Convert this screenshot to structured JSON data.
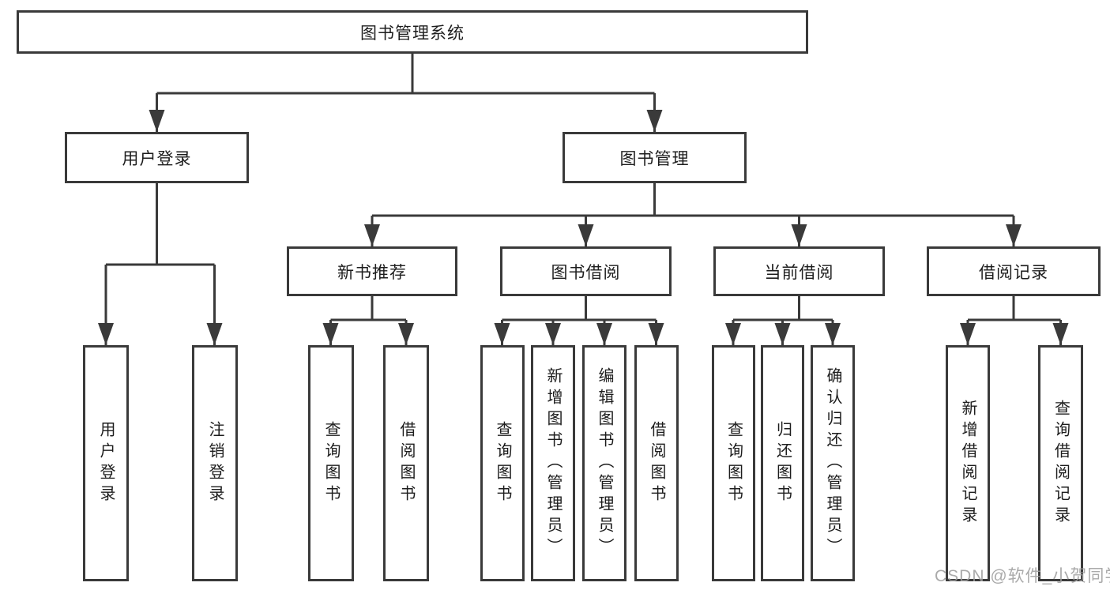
{
  "diagram": {
    "type": "tree-diagram",
    "tree": {
      "label": "图书管理系统",
      "children": [
        {
          "label": "用户登录",
          "children": [
            {
              "label": "用户登录"
            },
            {
              "label": "注销登录"
            }
          ]
        },
        {
          "label": "图书管理",
          "children": [
            {
              "label": "新书推荐",
              "children": [
                {
                  "label": "查询图书"
                },
                {
                  "label": "借阅图书"
                }
              ]
            },
            {
              "label": "图书借阅",
              "children": [
                {
                  "label": "查询图书"
                },
                {
                  "label": "新增图书（管理员）"
                },
                {
                  "label": "编辑图书（管理员）"
                },
                {
                  "label": "借阅图书"
                }
              ]
            },
            {
              "label": "当前借阅",
              "children": [
                {
                  "label": "查询图书"
                },
                {
                  "label": "归还图书"
                },
                {
                  "label": "确认归还（管理员）"
                }
              ]
            },
            {
              "label": "借阅记录",
              "children": [
                {
                  "label": "新增借阅记录"
                },
                {
                  "label": "查询借阅记录"
                }
              ]
            }
          ]
        }
      ]
    }
  },
  "watermark": {
    "text": "CSDN @软件_小贺同学"
  },
  "colors": {
    "line": "#3a3a3a",
    "box_border": "#3a3a3a",
    "box_fill": "#ffffff",
    "text": "#1d1d1d",
    "watermark": "#9f9f9f",
    "background": "#ffffff"
  }
}
